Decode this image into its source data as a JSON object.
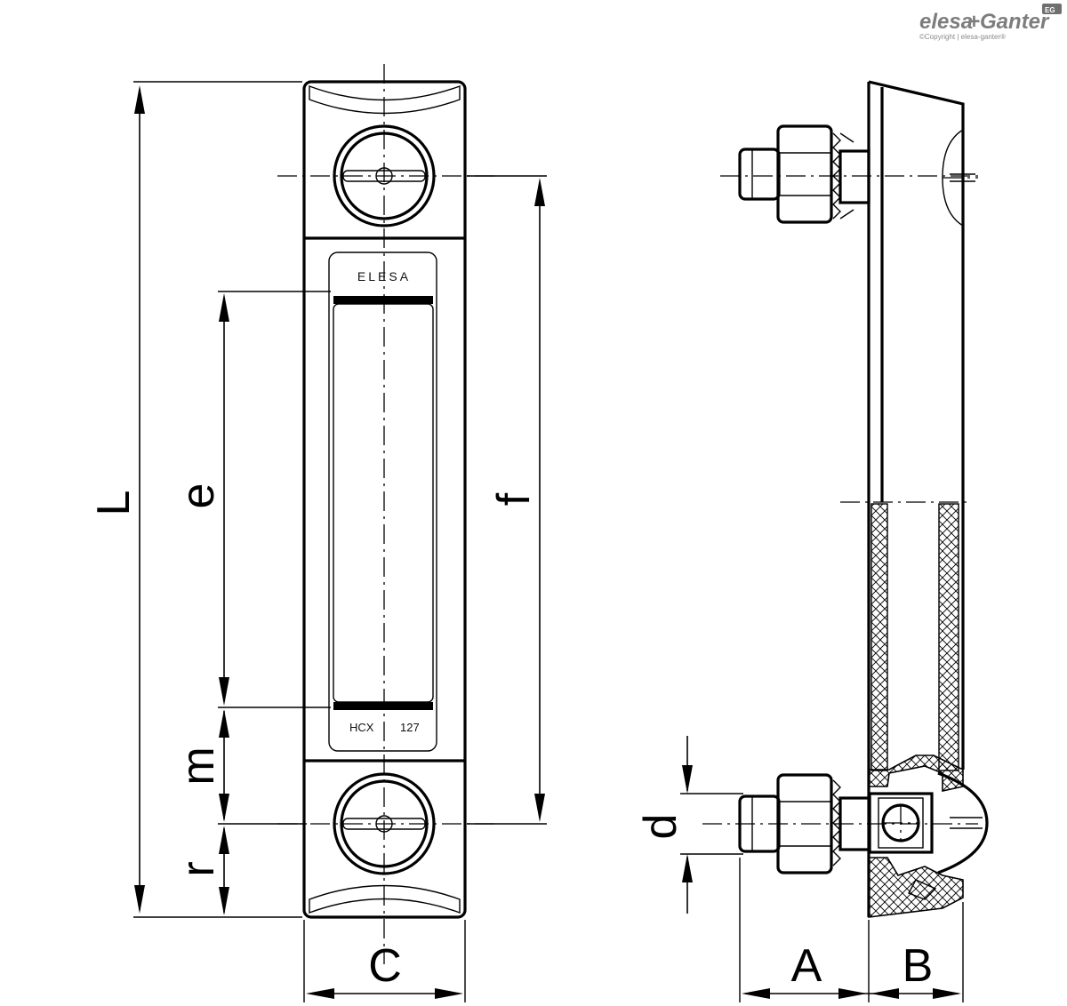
{
  "brand": {
    "name_part1": "elesa",
    "name_part2": "+Ganter",
    "badge": "EG",
    "copyright": "©Copyright | elesa-ganter®"
  },
  "gauge": {
    "brand_text": "ELESA",
    "model": "HCX",
    "size": "127"
  },
  "dimensions": {
    "L": "L",
    "e": "e",
    "f": "f",
    "m": "m",
    "r": "r",
    "C": "C",
    "d": "d",
    "A": "A",
    "B": "B"
  }
}
